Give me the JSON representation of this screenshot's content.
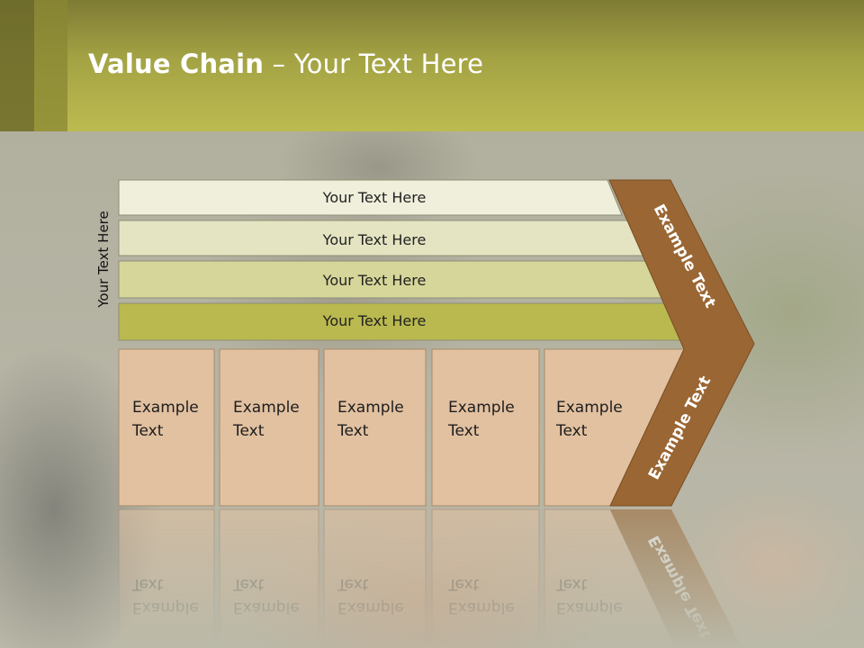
{
  "slide": {
    "title_bold": "Value Chain",
    "title_rest": " – Your Text Here",
    "side_label": "Your Text Here"
  },
  "support_bars": [
    {
      "label": "Your Text Here",
      "color": "#efefdb"
    },
    {
      "label": "Your Text Here",
      "color": "#e4e4c2"
    },
    {
      "label": "Your Text Here",
      "color": "#d6d69a"
    },
    {
      "label": "Your Text Here",
      "color": "#b9b94f"
    }
  ],
  "primary_boxes": [
    {
      "line1": "Example",
      "line2": "Text"
    },
    {
      "line1": "Example",
      "line2": "Text"
    },
    {
      "line1": "Example",
      "line2": "Text"
    },
    {
      "line1": "Example",
      "line2": "Text"
    },
    {
      "line1": "Example",
      "line2": "Text"
    }
  ],
  "chevron": {
    "upper_label": "Example Text",
    "lower_label": "Example Text",
    "color": "#9a6633"
  },
  "colors": {
    "header": "#b0ae4a",
    "box_fill": "#e2c1a1",
    "title_text": "#ffffff"
  }
}
